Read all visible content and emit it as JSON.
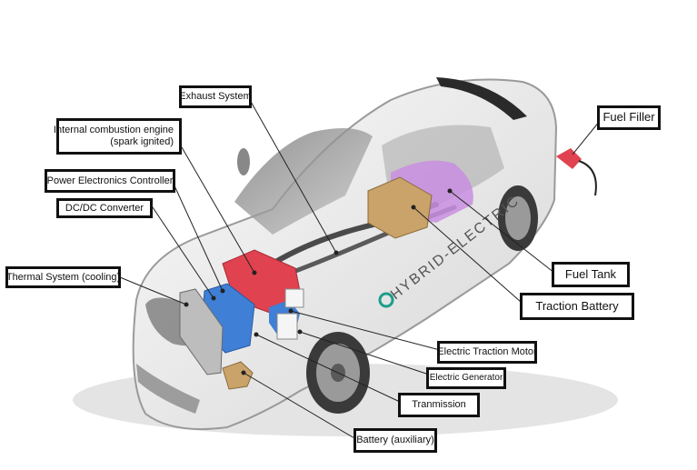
{
  "diagram": {
    "body_color": "#ececec",
    "outline_color": "#9a9a9a",
    "tank_color": "#c98ee0",
    "battery_color": "#c9a36a",
    "engine_color": "#e0424f",
    "electronics_color": "#3f7fd6",
    "leader_color": "#222222",
    "car_text": "HYBRID-ELECTRIC"
  },
  "labels": {
    "exhaust_system": "Exhaust System",
    "ice_line1": "Internal combustion engine",
    "ice_line2": "(spark ignited)",
    "power_electronics": "Power Electronics Controller",
    "dcdc_converter": "DC/DC Converter",
    "thermal_system": "Thermal System (cooling)",
    "fuel_filler": "Fuel Filler",
    "fuel_tank": "Fuel Tank",
    "traction_battery": "Traction Battery",
    "electric_traction_motor": "Electric Traction Motor",
    "electric_generator": "Electric Generator",
    "transmission": "Tranmission",
    "battery_auxiliary": "Battery (auxiliary)"
  }
}
